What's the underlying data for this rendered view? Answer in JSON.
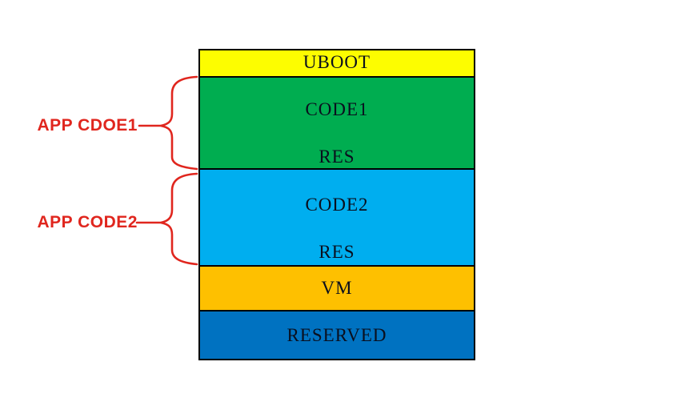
{
  "diagram": {
    "blocks": [
      {
        "label": "UBOOT",
        "sublabel": "",
        "color": "#fdfd00"
      },
      {
        "label": "CODE1",
        "sublabel": "RES",
        "color": "#00ad50"
      },
      {
        "label": "CODE2",
        "sublabel": "RES",
        "color": "#00aeef"
      },
      {
        "label": "VM",
        "sublabel": "",
        "color": "#fec000"
      },
      {
        "label": "RESERVED",
        "sublabel": "",
        "color": "#0072c1"
      }
    ],
    "annotations": [
      {
        "label": "APP CDOE1",
        "target_block": "CODE1"
      },
      {
        "label": "APP CODE2",
        "target_block": "CODE2"
      }
    ],
    "colors": {
      "annotation_red": "#e0261e",
      "block_border": "#000000",
      "block_text": "#0a0f1e",
      "background": "#ffffff"
    }
  }
}
